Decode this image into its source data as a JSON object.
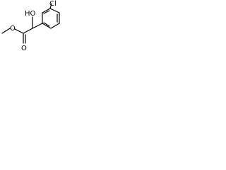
{
  "structure": {
    "atoms": {
      "chlorine": "Cl",
      "hydroxyl": "HO",
      "carbonyl_oxygen": "O",
      "ester_oxygen": "O"
    }
  }
}
